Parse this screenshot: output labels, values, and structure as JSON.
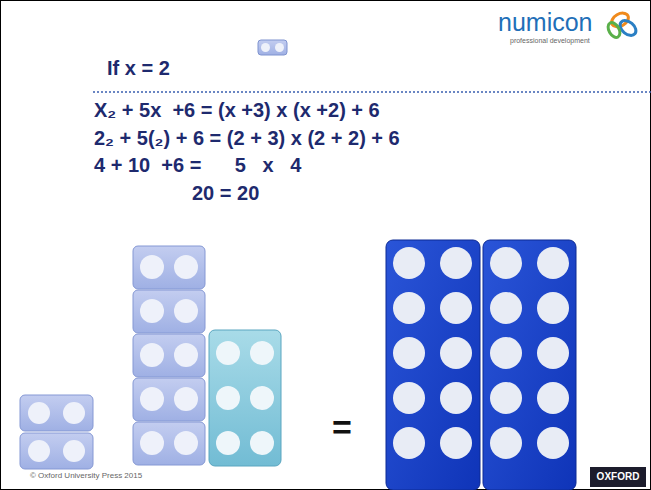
{
  "diagram": {
    "title": "If x = 2",
    "labels": [
      "X₂ + 5x  +6 = (x +3) x (x +2) + 6",
      "2₂ + 5(₂) + 6 = (2 + 3) x (2 + 2) + 6",
      "4 + 10  +6 =      5   x   4",
      "20 = 20",
      "=",
      "numicon",
      "professional development",
      "© Oxford University Press 2015",
      "OXFORD"
    ]
  }
}
